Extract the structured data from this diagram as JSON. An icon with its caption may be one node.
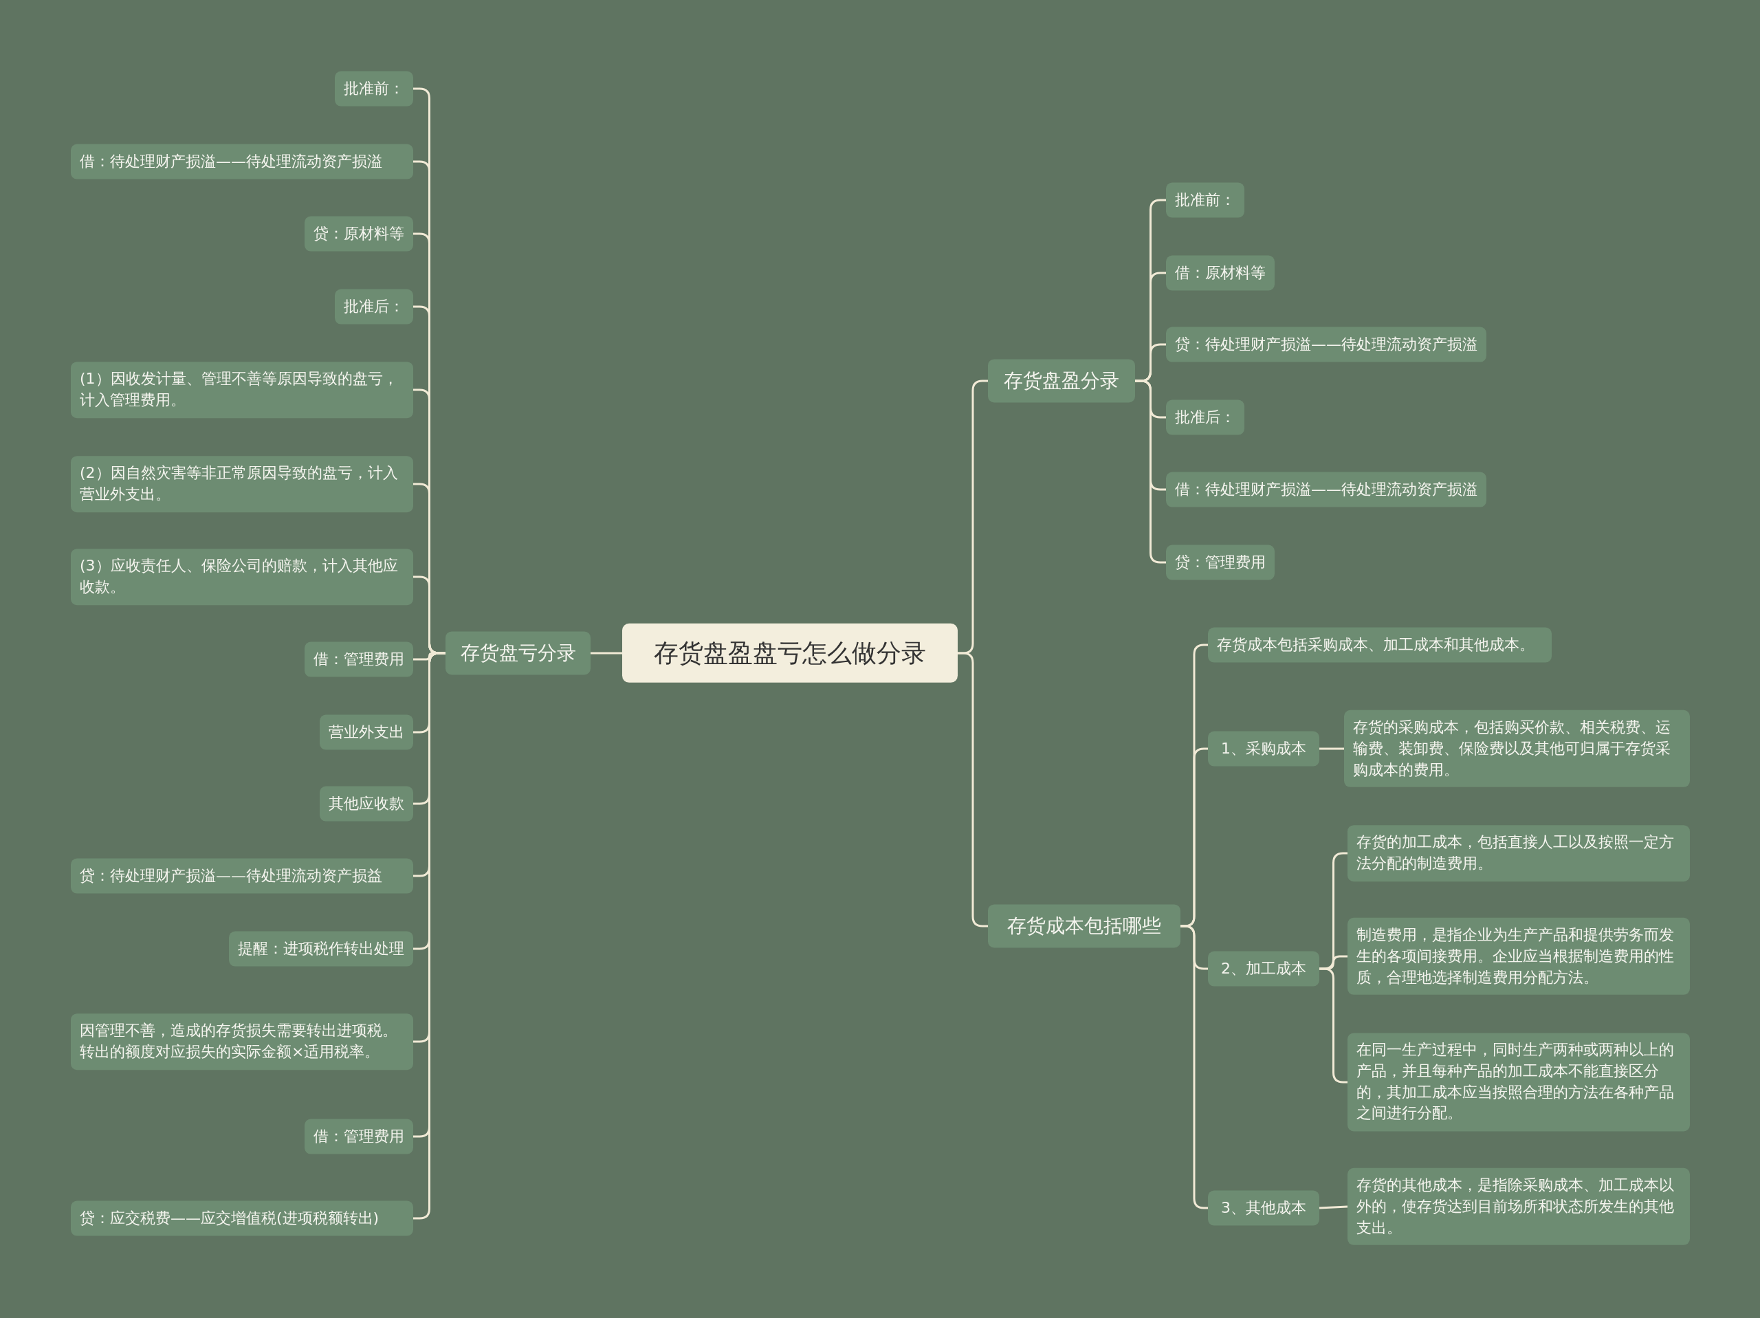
{
  "diagram": {
    "nodes": [
      {
        "text": [
          "存货盘盈盘亏怎么做分录"
        ]
      },
      {
        "text": [
          "存货盘亏分录"
        ]
      },
      {
        "text": [
          "批准前："
        ]
      },
      {
        "text": [
          "借：待处理财产损溢——待处理流动资产损溢"
        ]
      },
      {
        "text": [
          "贷：原材料等"
        ]
      },
      {
        "text": [
          "批准后："
        ]
      },
      {
        "text": [
          "(1）因收发计量、管理不善等原因导致的盘亏，计入管理费用。"
        ]
      },
      {
        "text": [
          "(2）因自然灾害等非正常原因导致的盘亏，计入营业外支出。"
        ]
      },
      {
        "text": [
          "(3）应收责任人、保险公司的赔款，计入其他应收款。"
        ]
      },
      {
        "text": [
          "借：管理费用"
        ]
      },
      {
        "text": [
          "营业外支出"
        ]
      },
      {
        "text": [
          "其他应收款"
        ]
      },
      {
        "text": [
          "贷：待处理财产损溢——待处理流动资产损益"
        ]
      },
      {
        "text": [
          "提醒：进项税作转出处理"
        ]
      },
      {
        "text": [
          "因管理不善，造成的存货损失需要转出进项税。转出的额度对应损失的实际金额×适用税率。"
        ]
      },
      {
        "text": [
          "借：管理费用"
        ]
      },
      {
        "text": [
          "贷：应交税费——应交增值税(进项税额转出)"
        ]
      },
      {
        "text": [
          "存货盘盈分录"
        ]
      },
      {
        "text": [
          "批准前："
        ]
      },
      {
        "text": [
          "借：原材料等"
        ]
      },
      {
        "text": [
          "贷：待处理财产损溢——待处理流动资产损溢"
        ]
      },
      {
        "text": [
          "批准后："
        ]
      },
      {
        "text": [
          "借：待处理财产损溢——待处理流动资产损溢"
        ]
      },
      {
        "text": [
          "贷：管理费用"
        ]
      },
      {
        "text": [
          "存货成本包括哪些"
        ]
      },
      {
        "text": [
          "存货成本包括采购成本、加工成本和其他成本。"
        ]
      },
      {
        "text": [
          "1、采购成本"
        ]
      },
      {
        "text": [
          "存货的采购成本，包括购买价款、相关税费、运输费、装卸费、保险费以及其他可归属于存货采购成本的费用。"
        ]
      },
      {
        "text": [
          "2、加工成本"
        ]
      },
      {
        "text": [
          "存货的加工成本，包括直接人工以及按照一定方法分配的制造费用。"
        ]
      },
      {
        "text": [
          "制造费用，是指企业为生产产品和提供劳务而发生的各项间接费用。企业应当根据制造费用的性质，合理地选择制造费用分配方法。"
        ]
      },
      {
        "text": [
          "在同一生产过程中，同时生产两种或两种以上的产品，并且每种产品的加工成本不能直接区分的，其加工成本应当按照合理的方法在各种产品之间进行分配。"
        ]
      },
      {
        "text": [
          "3、其他成本"
        ]
      },
      {
        "text": [
          "存货的其他成本，是指除采购成本、加工成本以外的，使存货达到目前场所和状态所发生的其他支出。"
        ]
      }
    ],
    "edges": [
      {
        "from": 0,
        "to": 1,
        "arrow": "none"
      },
      {
        "from": 0,
        "to": 17,
        "arrow": "none"
      },
      {
        "from": 0,
        "to": 24,
        "arrow": "none"
      },
      {
        "from": 1,
        "to": 2,
        "arrow": "none"
      },
      {
        "from": 1,
        "to": 3,
        "arrow": "none"
      },
      {
        "from": 1,
        "to": 4,
        "arrow": "none"
      },
      {
        "from": 1,
        "to": 5,
        "arrow": "none"
      },
      {
        "from": 1,
        "to": 6,
        "arrow": "none"
      },
      {
        "from": 1,
        "to": 7,
        "arrow": "none"
      },
      {
        "from": 1,
        "to": 8,
        "arrow": "none"
      },
      {
        "from": 1,
        "to": 9,
        "arrow": "none"
      },
      {
        "from": 1,
        "to": 10,
        "arrow": "none"
      },
      {
        "from": 1,
        "to": 11,
        "arrow": "none"
      },
      {
        "from": 1,
        "to": 12,
        "arrow": "none"
      },
      {
        "from": 1,
        "to": 13,
        "arrow": "none"
      },
      {
        "from": 1,
        "to": 14,
        "arrow": "none"
      },
      {
        "from": 1,
        "to": 15,
        "arrow": "none"
      },
      {
        "from": 1,
        "to": 16,
        "arrow": "none"
      },
      {
        "from": 17,
        "to": 18,
        "arrow": "none"
      },
      {
        "from": 17,
        "to": 19,
        "arrow": "none"
      },
      {
        "from": 17,
        "to": 20,
        "arrow": "none"
      },
      {
        "from": 17,
        "to": 21,
        "arrow": "none"
      },
      {
        "from": 17,
        "to": 22,
        "arrow": "none"
      },
      {
        "from": 17,
        "to": 23,
        "arrow": "none"
      },
      {
        "from": 24,
        "to": 25,
        "arrow": "none"
      },
      {
        "from": 24,
        "to": 26,
        "arrow": "none"
      },
      {
        "from": 24,
        "to": 28,
        "arrow": "none"
      },
      {
        "from": 24,
        "to": 32,
        "arrow": "none"
      },
      {
        "from": 26,
        "to": 27,
        "arrow": "none"
      },
      {
        "from": 28,
        "to": 29,
        "arrow": "none"
      },
      {
        "from": 28,
        "to": 30,
        "arrow": "none"
      },
      {
        "from": 28,
        "to": 31,
        "arrow": "none"
      },
      {
        "from": 32,
        "to": 33,
        "arrow": "none"
      }
    ]
  }
}
